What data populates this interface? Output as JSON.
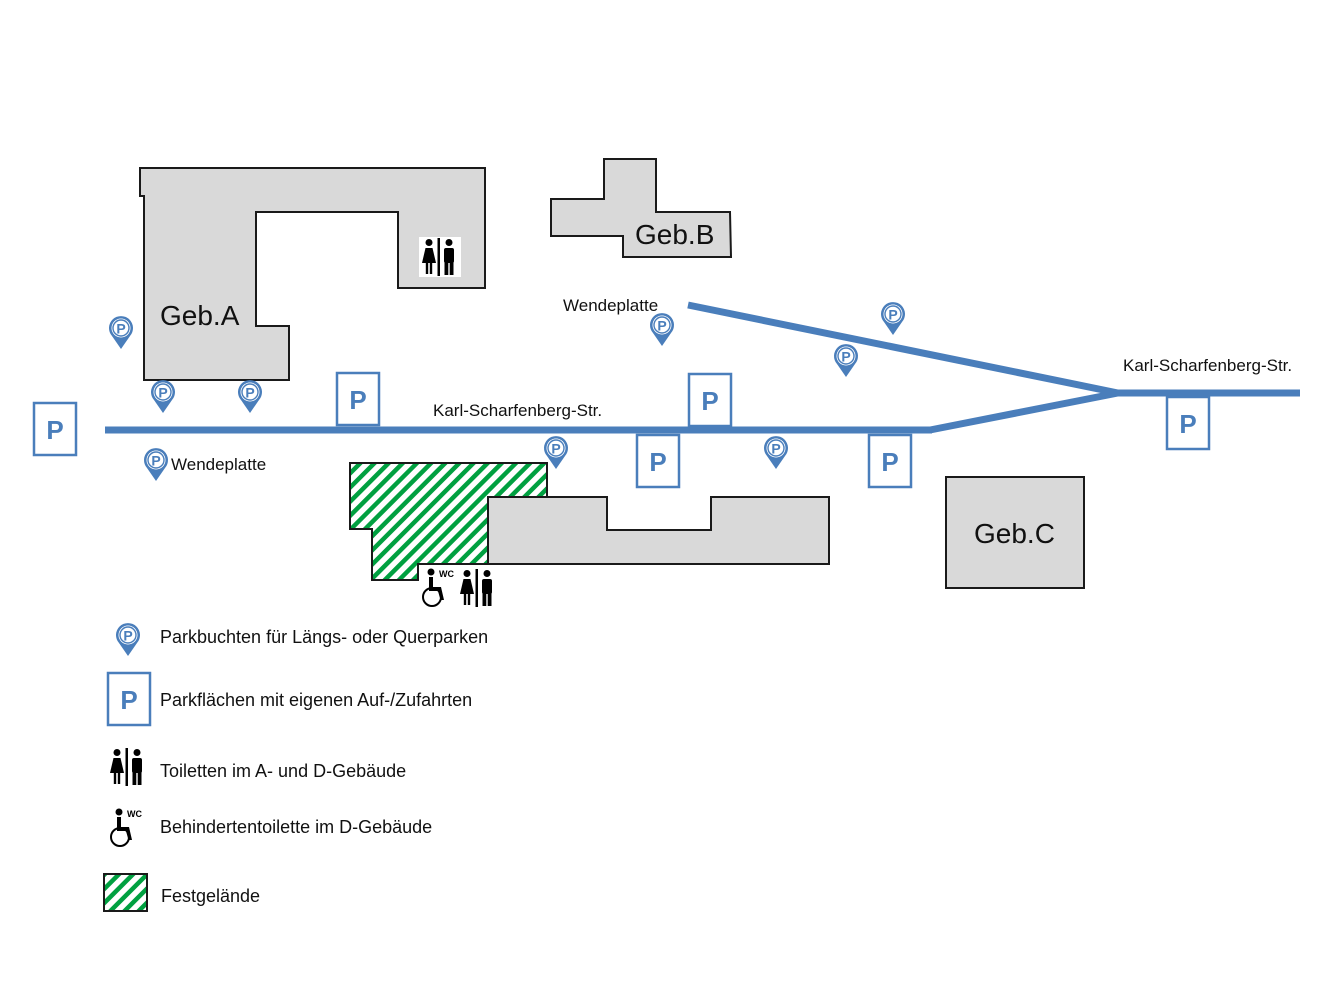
{
  "buildings": {
    "a": "Geb.A",
    "b": "Geb.B",
    "c": "Geb.C"
  },
  "streets": {
    "main": "Karl-Scharfenberg-Str.",
    "east": "Karl-Scharfenberg-Str."
  },
  "places": {
    "turnaround_north": "Wendeplatte",
    "turnaround_west": "Wendeplatte"
  },
  "symbols": {
    "parking_square_letter": "P",
    "parking_pin_letter": "P",
    "wc_text": "WC"
  },
  "legend": {
    "items": [
      {
        "icon": "parking-pin-icon",
        "label": "Parkbuchten für Längs- oder Querparken"
      },
      {
        "icon": "parking-square-icon",
        "label": "Parkflächen mit eigenen Auf-/Zufahrten"
      },
      {
        "icon": "toilet-icon",
        "label": "Toiletten im A- und D-Gebäude"
      },
      {
        "icon": "wheelchair-wc-icon",
        "label": "Behindertentoilette  im D-Gebäude"
      },
      {
        "icon": "hatch-swatch-icon",
        "label": "Festgelände"
      }
    ]
  },
  "colors": {
    "road": "#4a7ebb",
    "building_fill": "#d9d9d9",
    "building_stroke": "#1a1a1a",
    "festival_hatch": "#00a040",
    "parking": "#4a7ebb"
  }
}
